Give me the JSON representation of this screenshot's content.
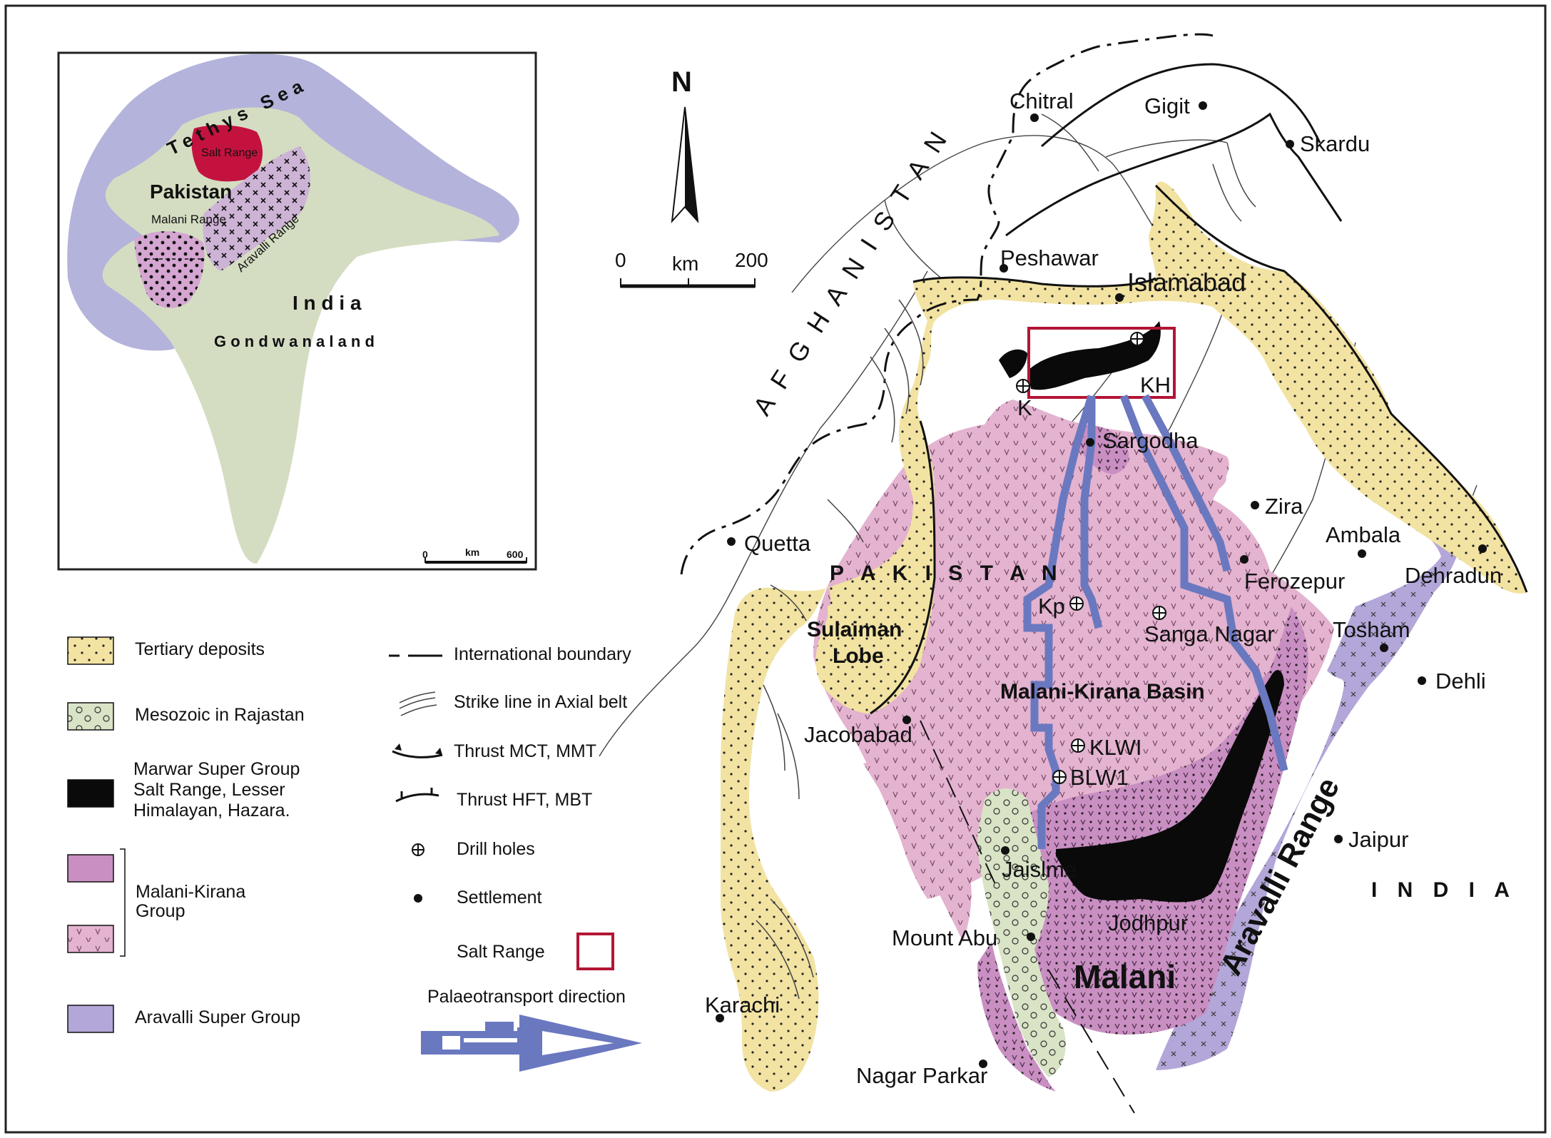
{
  "inset": {
    "labels": {
      "sea": "Tethys Sea",
      "salt_range": "Salt Range",
      "pakistan": "Pakistan",
      "malani": "Malani Range",
      "aravalli": "Aravalli Range",
      "india": "I n d i a",
      "gondwana": "G o n d w a n a l a n d"
    },
    "scale": {
      "zero": "0",
      "unit": "km",
      "max": "600"
    }
  },
  "legend": {
    "left": [
      {
        "name": "tertiary",
        "label": "Tertiary deposits"
      },
      {
        "name": "mesozoic",
        "label": "Mesozoic in Rajastan"
      },
      {
        "name": "marwar",
        "label": "Marwar Super Group\nSalt Range, Lesser\nHimalayan, Hazara."
      },
      {
        "name": "malani-kirana",
        "label": "Malani-Kirana\nGroup"
      },
      {
        "name": "aravalli",
        "label": "Aravalli Super Group"
      }
    ],
    "right": [
      {
        "name": "boundary",
        "label": "International boundary"
      },
      {
        "name": "strike",
        "label": "Strike line in Axial belt"
      },
      {
        "name": "thrust-mct",
        "label": "Thrust MCT, MMT"
      },
      {
        "name": "thrust-hft",
        "label": "Thrust HFT, MBT"
      },
      {
        "name": "drill",
        "label": "Drill holes"
      },
      {
        "name": "settlement",
        "label": "Settlement"
      },
      {
        "name": "salt-range",
        "label": "Salt Range"
      },
      {
        "name": "palaeo",
        "label": "Palaeotransport direction"
      }
    ]
  },
  "north": {
    "letter": "N"
  },
  "scale": {
    "zero": "0",
    "unit": "km",
    "max": "200"
  },
  "countries": {
    "afghanistan": "A F G H A N I S T A N",
    "pakistan": "P A K I S T A N",
    "india": "I N D I A"
  },
  "places": {
    "chitral": "Chitral",
    "gigit": "Gigit",
    "skardu": "Skardu",
    "peshawar": "Peshawar",
    "islamabad": "Islamabad",
    "kh": "KH",
    "k": "K",
    "sargodha": "Sargodha",
    "zira": "Zira",
    "ambala": "Ambala",
    "dehradun": "Dehradun",
    "quetta": "Quetta",
    "ferozepur": "Ferozepur",
    "kp": "Kp",
    "sanga_nagar": "Sanga Nagar",
    "tosham": "Tosham",
    "dehli": "Dehli",
    "sulaiman": "Sulaiman",
    "lobe": "Lobe",
    "jacobabad": "Jacobabad",
    "basin": "Malani-Kirana Basin",
    "klwi": "KLWI",
    "blw1": "BLW1",
    "jaipur": "Jaipur",
    "jaislme": "Jaislme",
    "jodhpur": "Jodhpur",
    "mount_abu": "Mount Abu",
    "malani": "Malani",
    "aravalli": "Aravalli Range",
    "karachi": "Karachi",
    "nagar_parkar": "Nagar Parkar"
  },
  "colors": {
    "tertiary": "#f2e3a3",
    "mesozoic": "#d9e3c6",
    "marwar": "#0a0a0a",
    "malani_kirana": "#e3b3cf",
    "malani_dark": "#c98fc2",
    "aravalli": "#b3a6d8",
    "tethys": "#b3b3db",
    "gondwana": "#d4ddc2",
    "salt_red": "#c4123f",
    "salt_box": "#b31535",
    "palaeo": "#6a78c0"
  }
}
